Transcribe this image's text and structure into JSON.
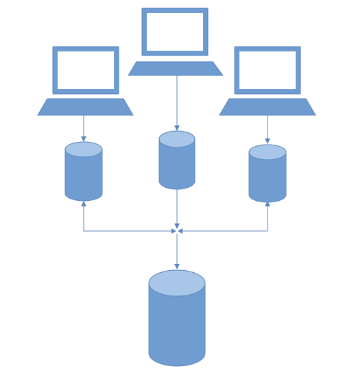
{
  "diagram": {
    "colors": {
      "background": "#ffffff",
      "device_fill": "#6e9bd0",
      "device_stroke": "#5b86bd",
      "screen_fill": "#ffffff",
      "db_body": "#6f9dd1",
      "db_top": "#a8c6e7",
      "db_stroke": "#5d89be",
      "connector": "#5b86bd"
    },
    "nodes": [
      {
        "id": "laptop-left",
        "type": "laptop-icon"
      },
      {
        "id": "laptop-center",
        "type": "laptop-icon"
      },
      {
        "id": "laptop-right",
        "type": "laptop-icon"
      },
      {
        "id": "db-left",
        "type": "database-icon"
      },
      {
        "id": "db-center",
        "type": "database-icon"
      },
      {
        "id": "db-right",
        "type": "database-icon"
      },
      {
        "id": "db-main",
        "type": "database-icon"
      }
    ],
    "edges": [
      {
        "from": "laptop-left",
        "to": "db-left",
        "arrow": "end"
      },
      {
        "from": "laptop-center",
        "to": "db-center",
        "arrow": "end"
      },
      {
        "from": "laptop-right",
        "to": "db-right",
        "arrow": "end"
      },
      {
        "from": "junction",
        "to": "db-left",
        "arrow": "end"
      },
      {
        "from": "junction",
        "to": "db-right",
        "arrow": "end"
      },
      {
        "from": "db-center",
        "to": "junction",
        "arrow": "end"
      },
      {
        "from": "junction",
        "to": "db-main",
        "arrow": "end"
      }
    ]
  }
}
